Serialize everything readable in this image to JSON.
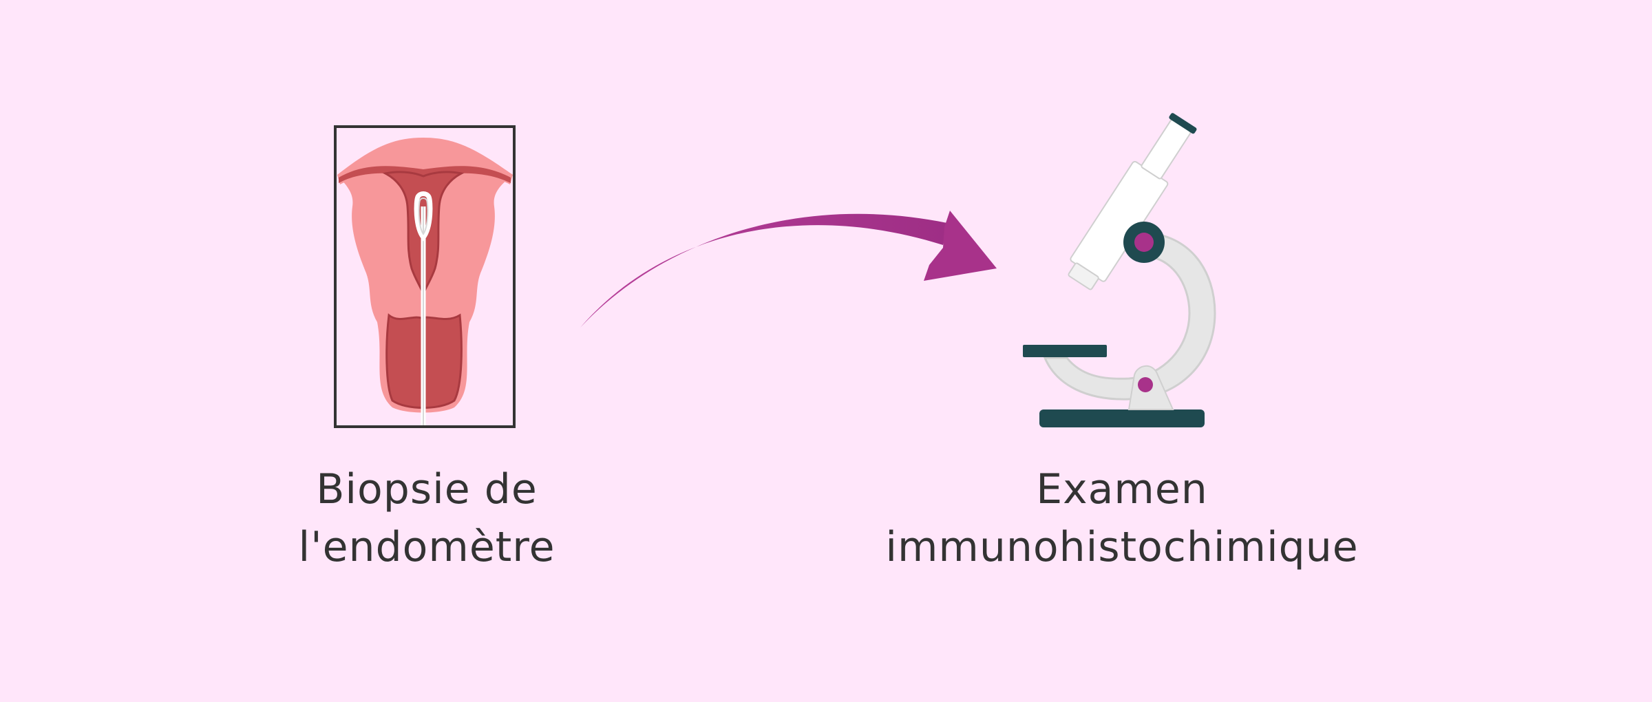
{
  "steps": [
    {
      "id": "biopsy",
      "icon": "uterus-biopsy-icon",
      "label_line1": "Biopsie de",
      "label_line2": "l'endomètre"
    },
    {
      "id": "exam",
      "icon": "microscope-icon",
      "label_line1": "Examen",
      "label_line2": "immunohistochimique"
    }
  ],
  "connector": {
    "icon": "curved-arrow-icon",
    "direction": "left-to-right"
  },
  "colors": {
    "background": "#ffe6fa",
    "arrow": "#a8328a",
    "text": "#333333",
    "uterus_outer": "#f7979a",
    "uterus_inner": "#c44e52",
    "microscope_body": "#e6e6e6",
    "microscope_dark": "#1f4a50",
    "microscope_accent": "#a8328a"
  }
}
